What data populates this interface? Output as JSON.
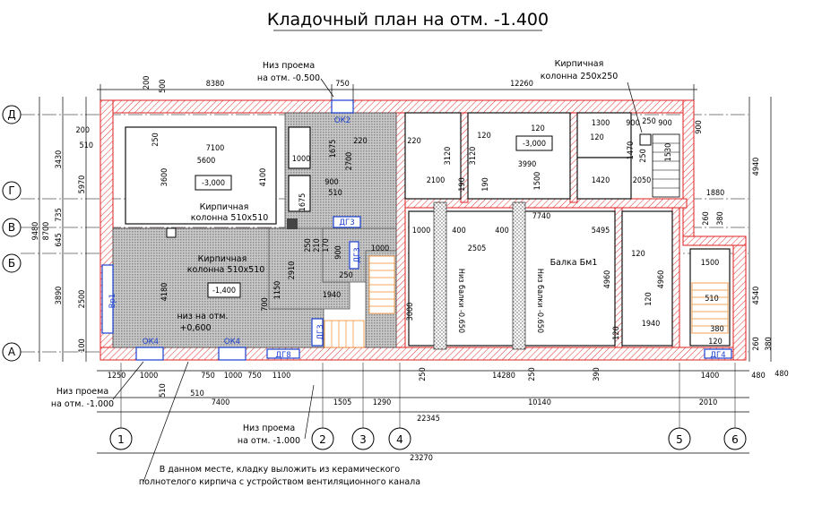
{
  "title": "Кладочный план на отм. -1.400",
  "axes_letters": [
    "Д",
    "Г",
    "В",
    "Б",
    "А"
  ],
  "axes_numbers": [
    "1",
    "2",
    "3",
    "4",
    "5",
    "6"
  ],
  "notes": {
    "niz_top_1": "Низ проема",
    "niz_top_2": "на отм. -0.500",
    "niz_left_1": "Низ проема",
    "niz_left_2": "на отм. -1.000",
    "niz_bottom_1": "Низ проема",
    "niz_bottom_2": "на отм. -1.000",
    "col250_1": "Кирпичная",
    "col250_2": "колонна 250х250",
    "col510a_1": "Кирпичная",
    "col510a_2": "колонна 510х510",
    "col510b_1": "Кирпичная",
    "col510b_2": "колонна 510х510",
    "beam": "Балка Бм1",
    "niz_floor_1": "низ на отм.",
    "niz_floor_2": "+0,600",
    "bottom_note_1": "В данном месте, кладку выложить из керамического",
    "bottom_note_2": "полнотелого кирпича с устройством вентиляционного канала",
    "beam_bottom_1": "Низ балки -0.650",
    "beam_bottom_2": "Низ балки -0.650"
  },
  "levels": {
    "l1": "-3,000",
    "l2": "-3,000",
    "l3": "-1,400"
  },
  "openings": {
    "ok2": "ОК2",
    "ok4a": "ОК4",
    "ok4b": "ОК4",
    "dg8": "ДГ8",
    "dg4": "ДГ4",
    "dg3a": "ДГ3",
    "dg3b": "ДГ3",
    "dg3c": "ДГ3",
    "vr1": "Вр1"
  },
  "dims_top": [
    "200",
    "500",
    "8380",
    "750",
    "12260",
    "900",
    "250",
    "900",
    "1300"
  ],
  "dims_left": [
    "200",
    "510",
    "3430",
    "5970",
    "735",
    "9480",
    "8700",
    "645",
    "3890",
    "2500",
    "100"
  ],
  "dims_right": [
    "900",
    "4940",
    "1880",
    "260",
    "380",
    "4540",
    "260",
    "380",
    "480"
  ],
  "dims_bottom": [
    "1250",
    "1000",
    "750",
    "1000",
    "750",
    "1100",
    "510",
    "510",
    "7400",
    "1505",
    "1290",
    "250",
    "14280",
    "250",
    "390",
    "1400",
    "480",
    "10140",
    "2010",
    "22345",
    "23270"
  ],
  "dims_inner": [
    "7100",
    "5600",
    "250",
    "3600",
    "4100",
    "1000",
    "1675",
    "2700",
    "220",
    "220",
    "3120",
    "3120",
    "120",
    "120",
    "3990",
    "1500",
    "2100",
    "190",
    "190",
    "1420",
    "2050",
    "900",
    "1675",
    "510",
    "1000",
    "7740",
    "400",
    "400",
    "5495",
    "2505",
    "4960",
    "4960",
    "120",
    "1500",
    "510",
    "1940",
    "120",
    "380",
    "120",
    "250",
    "1940",
    "2910",
    "1150",
    "700",
    "3000",
    "250",
    "210",
    "170",
    "4180",
    "900",
    "1000",
    "120",
    "120",
    "250",
    "1470",
    "1530"
  ]
}
